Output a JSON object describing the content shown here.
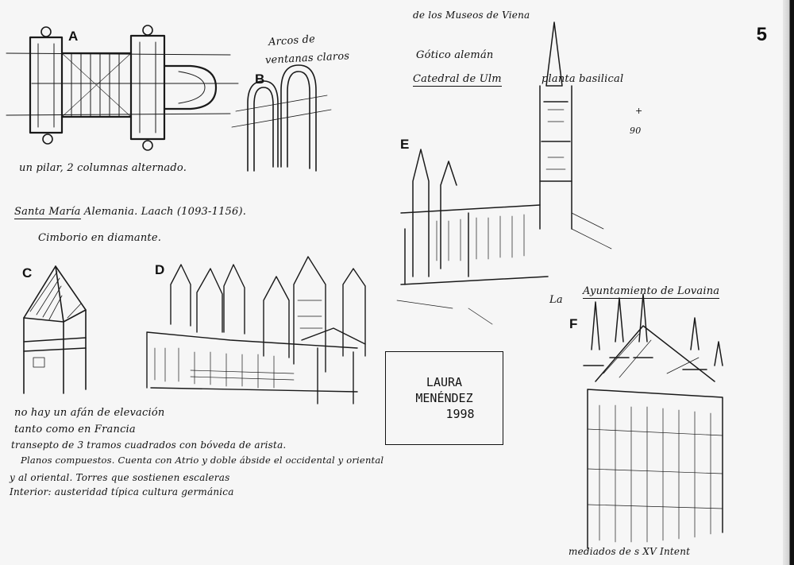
{
  "page_number": "5",
  "figure_labels": {
    "a": "A",
    "b": "B",
    "c": "C",
    "d": "D",
    "e": "E",
    "f": "F"
  },
  "notes": {
    "arcs_line1": "Arcos de",
    "arcs_line2": "ventanas claros",
    "plan_caption": "un pilar, 2 columnas alternado.",
    "santa_maria": "Santa María",
    "santa_maria_rest": "Alemania. Laach (1093-1156).",
    "cimborio": "Cimborio en diamante.",
    "top_cut": "de los Museos de Viena",
    "gotico": "Gótico alemán",
    "ulm": "Catedral de Ulm",
    "basilical": "planta basilical",
    "side_mark_1": "+",
    "side_mark_2": "90",
    "la": "La",
    "ayuntamiento": "Ayuntamiento de Lovaina",
    "bottom_cut": "mediados de s XV   Intent",
    "block_1": "no hay un afán de elevación",
    "block_2": "tanto como en Francia",
    "block_3": "transepto de 3 tramos cuadrados con bóveda de arista.",
    "block_4": "Planos compuestos. Cuenta con Atrio y doble ábside el occidental y oriental",
    "block_5": "y al oriental. Torres que sostienen escaleras",
    "block_6": "Interior: austeridad típica cultura germánica"
  },
  "stamp": {
    "line1": "LAURA",
    "line2": "MENÉNDEZ",
    "line3": "1998"
  },
  "colors": {
    "ink": "#111111",
    "paper": "#f6f6f6"
  }
}
